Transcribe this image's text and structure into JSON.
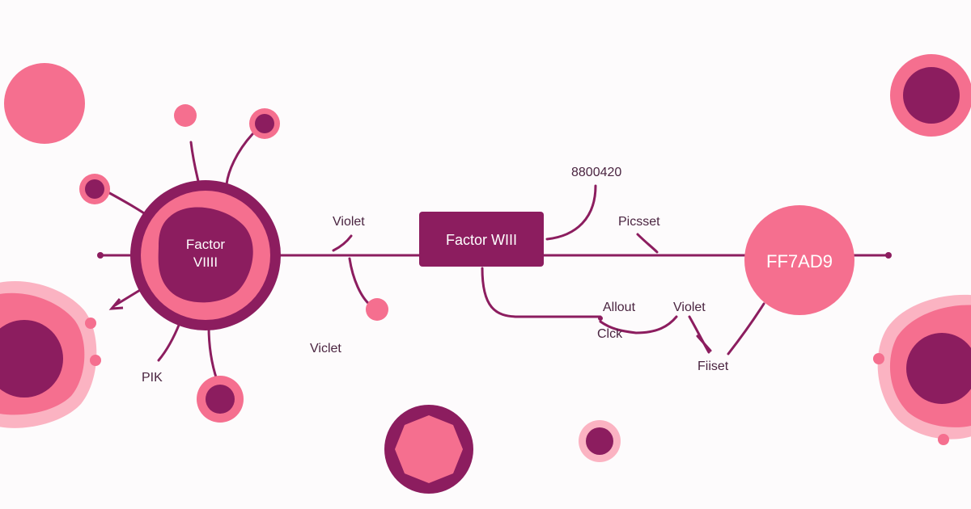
{
  "colors": {
    "primary": "#8c1d5f",
    "accent": "#f56f8f",
    "accent_light": "#fbb3c2",
    "text": "#4a2440",
    "white": "#ffffff"
  },
  "nodes": {
    "left_cell_label_line1": "Factor",
    "left_cell_label_line2": "VIIII",
    "center_box_label": "Factor WIII",
    "right_circle_label": "FF7AD9"
  },
  "labels": {
    "top_code": "8800420",
    "violet_top": "Violet",
    "proset_top": "Picsset",
    "violet_bottom_left": "Viclet",
    "pik": "PIK",
    "allout": "Allout",
    "click": "Clck",
    "violet_right": "Violet",
    "fiiset": "Fiiset"
  }
}
